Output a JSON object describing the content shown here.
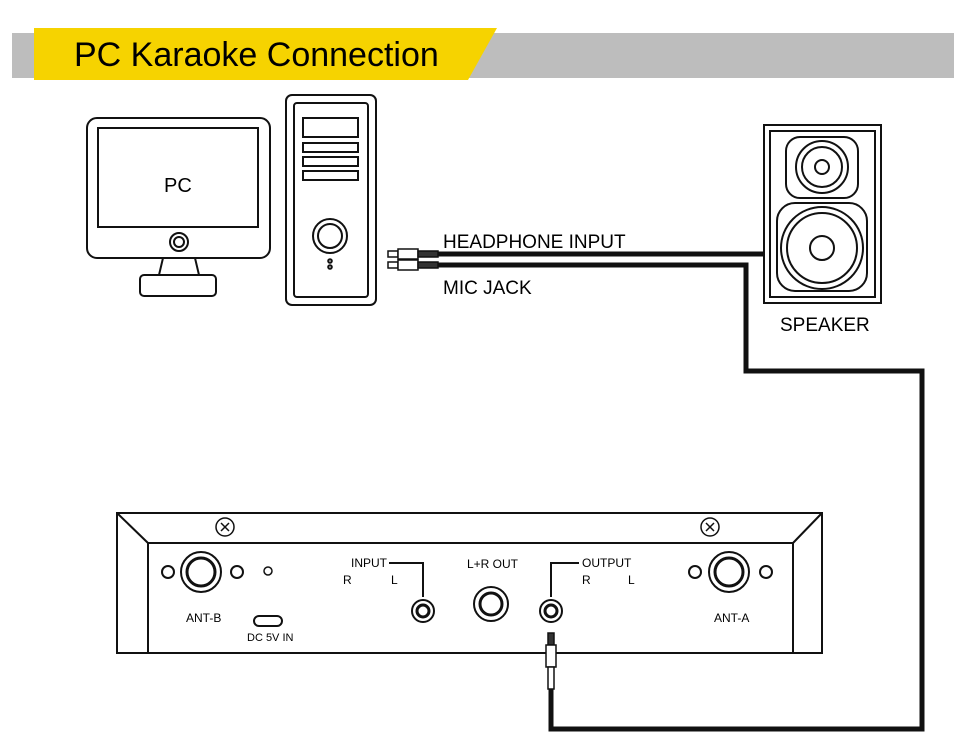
{
  "header": {
    "title": "PC Karaoke Connection",
    "accent_color": "#f6d300",
    "band_color": "#bdbdbd"
  },
  "devices": {
    "pc_label": "PC",
    "speaker_label": "SPEAKER"
  },
  "cables": {
    "headphone_label": "HEADPHONE INPUT",
    "mic_label": "MIC JACK"
  },
  "receiver": {
    "input_label": "INPUT",
    "input_r": "R",
    "input_l": "L",
    "lr_out_label": "L+R OUT",
    "output_label": "OUTPUT",
    "output_r": "R",
    "output_l": "L",
    "ant_b_label": "ANT-B",
    "ant_a_label": "ANT-A",
    "dc_label": "DC 5V IN"
  }
}
